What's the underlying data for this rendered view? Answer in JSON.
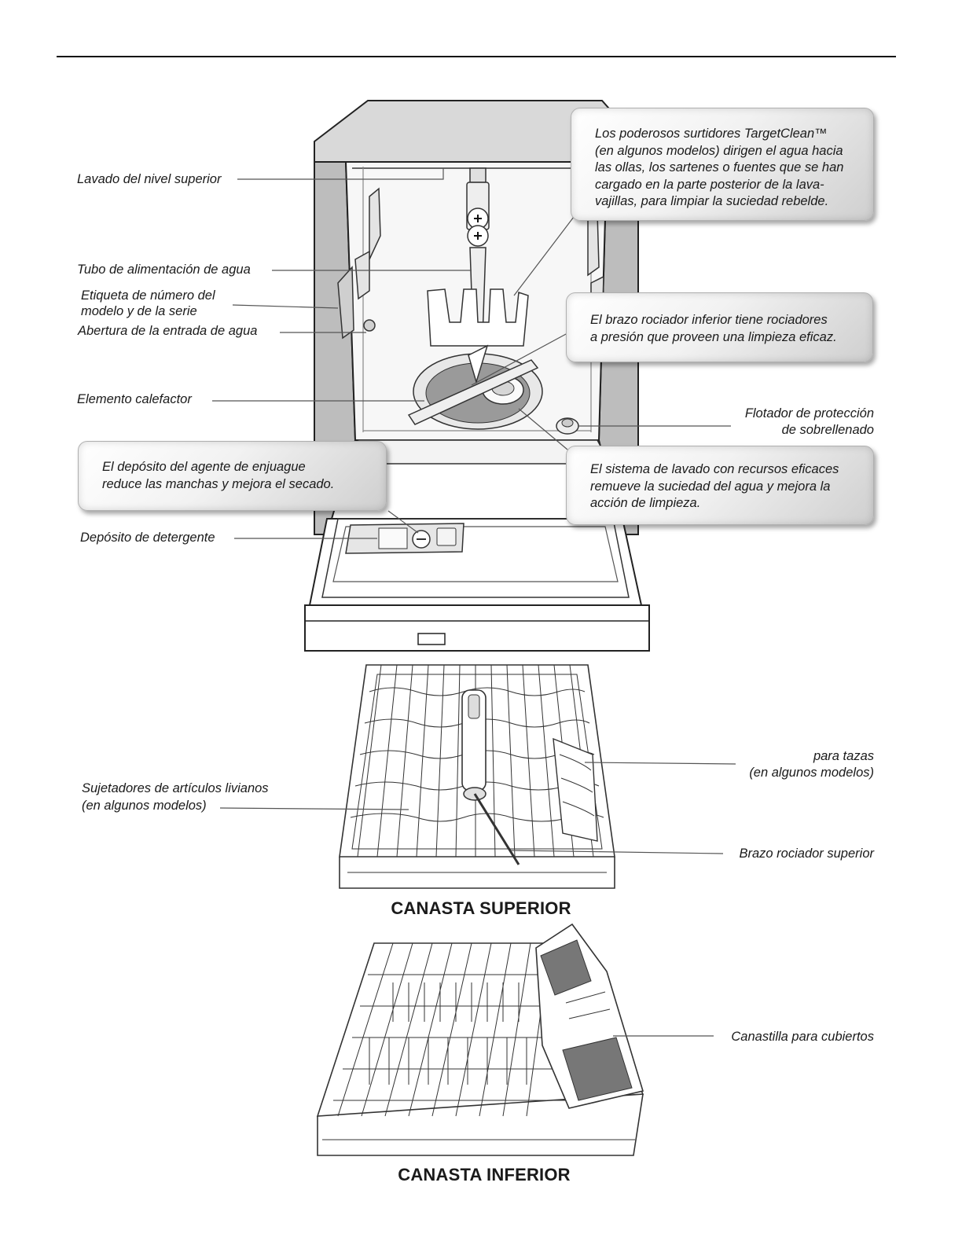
{
  "labels": {
    "upper_level_wash": "Lavado del nivel superior",
    "water_supply_tube": "Tubo de alimentación de agua",
    "model_serial_label_line1": "Etiqueta de número del",
    "model_serial_label_line2": "modelo y de la serie",
    "water_inlet_opening": "Abertura de la entrada de agua",
    "heating_element": "Elemento calefactor",
    "overfill_float_line1": "Flotador de protección",
    "overfill_float_line2": "de sobrellenado",
    "detergent_dispenser": "Depósito de detergente",
    "cup_shelf_line1": "para tazas",
    "cup_shelf_line2": "(en algunos modelos)",
    "light_item_clips_line1": "Sujetadores de artículos livianos",
    "light_item_clips_line2": "(en algunos modelos)",
    "upper_spray_arm": "Brazo rociador superior",
    "silverware_basket": "Canastilla para cubiertos"
  },
  "callouts": {
    "targetclean": [
      "Los poderosos surtidores TargetClean™",
      "(en algunos modelos) dirigen el agua hacia",
      "las ollas, los sartenes o fuentes que se han",
      "cargado en la parte posterior de la lava-",
      "vajillas, para limpiar la suciedad rebelde."
    ],
    "lower_spray_arm": [
      "El brazo rociador inferior tiene rociadores",
      "a presión que proveen una limpieza eficaz."
    ],
    "rinse_aid": [
      "El depósito del agente de enjuague",
      "reduce las manchas y mejora el secado."
    ],
    "wash_system": [
      "El sistema de lavado con recursos eficaces",
      "remueve la suciedad del agua y mejora la",
      "acción de limpieza."
    ]
  },
  "headings": {
    "upper_rack": "CANASTA SUPERIOR",
    "lower_rack": "CANASTA INFERIOR"
  }
}
